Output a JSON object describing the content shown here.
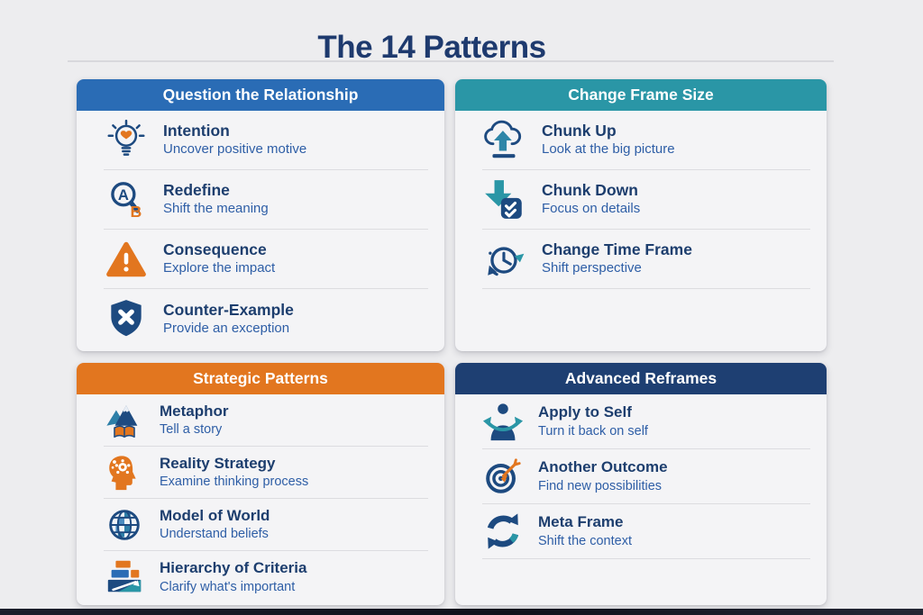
{
  "page": {
    "title": "The 14 Patterns"
  },
  "colors": {
    "background": "#ededef",
    "card_background": "#f4f4f6",
    "title_navy": "#1e3a6e",
    "item_title": "#1d3e6e",
    "item_subtitle": "#2e5ea6",
    "header_blue": "#2a6cb5",
    "header_teal": "#2a96a6",
    "header_orange": "#e2761f",
    "header_navy": "#1e3f72",
    "accent_orange": "#e2761f",
    "accent_teal": "#2a96a6",
    "accent_navy": "#1d4a80"
  },
  "quadrants": [
    {
      "label": "Question the Relationship",
      "header_color": "#2a6cb5",
      "items": [
        {
          "title": "Intention",
          "subtitle": "Uncover positive motive",
          "icon": "lightbulb-heart-icon"
        },
        {
          "title": "Redefine",
          "subtitle": "Shift the meaning",
          "icon": "magnifier-ab-icon"
        },
        {
          "title": "Consequence",
          "subtitle": "Explore the impact",
          "icon": "warning-triangle-icon"
        },
        {
          "title": "Counter-Example",
          "subtitle": "Provide an exception",
          "icon": "shield-x-icon"
        }
      ]
    },
    {
      "label": "Change Frame Size",
      "header_color": "#2a96a6",
      "items": [
        {
          "title": "Chunk Up",
          "subtitle": "Look at the big picture",
          "icon": "cloud-up-arrow-icon"
        },
        {
          "title": "Chunk Down",
          "subtitle": "Focus on details",
          "icon": "down-arrow-checklist-icon"
        },
        {
          "title": "Change Time Frame",
          "subtitle": "Shift perspective",
          "icon": "clock-arrows-icon"
        }
      ]
    },
    {
      "label": "Strategic Patterns",
      "header_color": "#e2761f",
      "items": [
        {
          "title": "Metaphor",
          "subtitle": "Tell a story",
          "icon": "mountain-book-icon"
        },
        {
          "title": "Reality Strategy",
          "subtitle": "Examine thinking process",
          "icon": "head-gears-icon"
        },
        {
          "title": "Model of World",
          "subtitle": "Understand beliefs",
          "icon": "globe-icon"
        },
        {
          "title": "Hierarchy of Criteria",
          "subtitle": "Clarify what's important",
          "icon": "stacked-blocks-icon"
        }
      ]
    },
    {
      "label": "Advanced Reframes",
      "header_color": "#1e3f72",
      "items": [
        {
          "title": "Apply to Self",
          "subtitle": "Turn it back on self",
          "icon": "person-arrows-icon"
        },
        {
          "title": "Another Outcome",
          "subtitle": "Find new possibilities",
          "icon": "target-dart-icon"
        },
        {
          "title": "Meta Frame",
          "subtitle": "Shift the context",
          "icon": "cycle-arrows-icon"
        }
      ]
    }
  ]
}
